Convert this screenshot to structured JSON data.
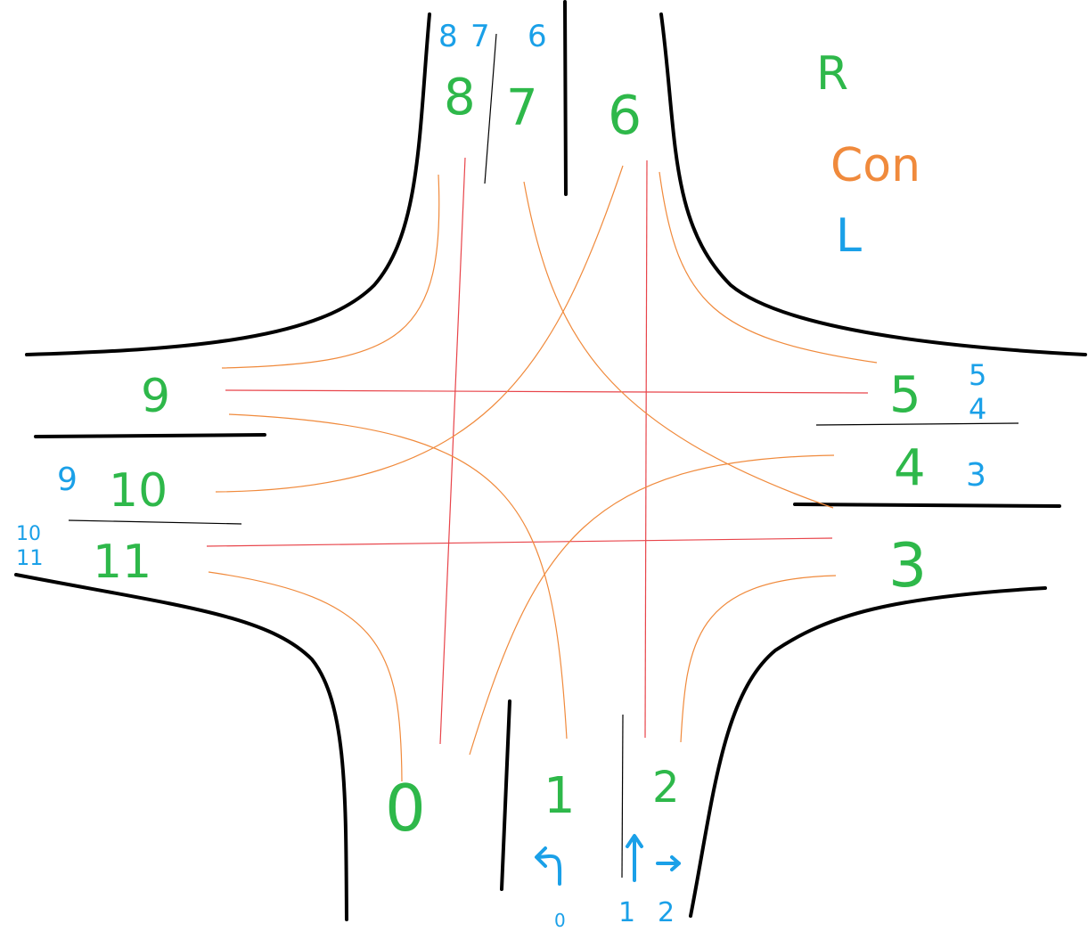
{
  "legend": {
    "r": "R",
    "con": "Con",
    "l": "L",
    "r_color": "#2eb84a",
    "con_color": "#f08a3c",
    "l_color": "#1aa0e8"
  },
  "lane_ids": {
    "l0": "0",
    "l1": "1",
    "l2": "2",
    "l3": "3",
    "l4": "4",
    "l5": "5",
    "l6": "6",
    "l7": "7",
    "l8": "8",
    "l9": "9",
    "l10": "10",
    "l11": "11"
  },
  "signal_ids": {
    "top_8": "8",
    "top_7": "7",
    "top_6": "6",
    "right_5": "5",
    "right_4": "4",
    "right_3": "3",
    "left_9": "9",
    "left_10": "10",
    "left_11": "11",
    "bottom_0": "0",
    "bottom_1": "1",
    "bottom_2": "2"
  },
  "colors": {
    "road": "#000000",
    "straight_paths": "#e8444a",
    "turn_paths": "#f08a3c",
    "lane_labels": "#2eb84a",
    "signal_labels": "#1aa0e8"
  }
}
